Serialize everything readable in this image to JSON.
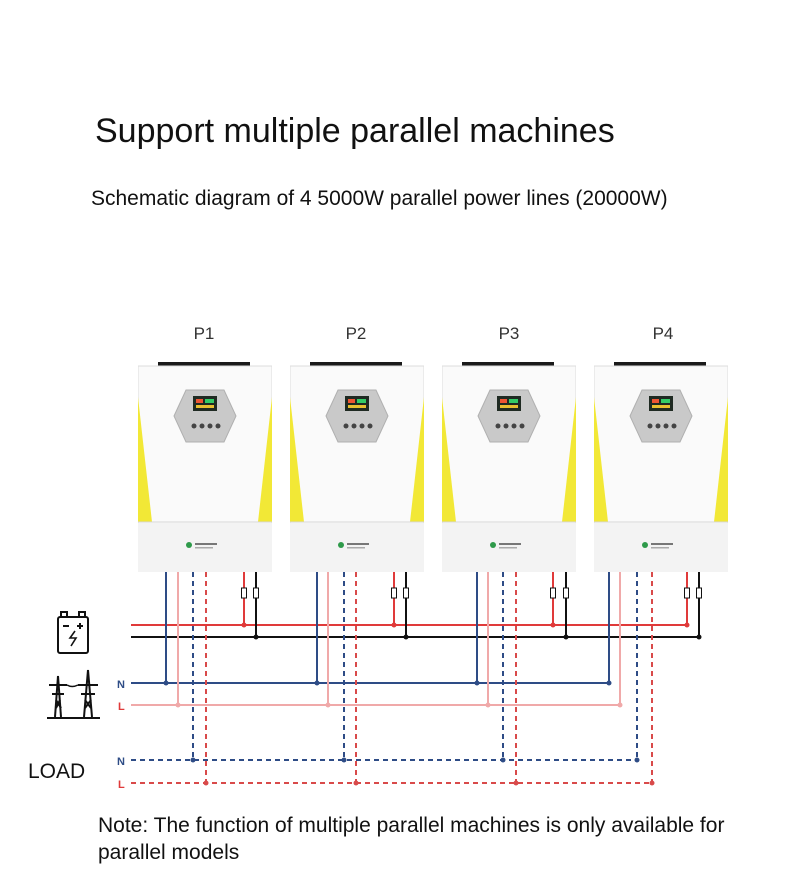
{
  "title": "Support multiple parallel machines",
  "subtitle": "Schematic diagram of 4 5000W parallel power lines (20000W)",
  "units": [
    {
      "label": "P1"
    },
    {
      "label": "P2"
    },
    {
      "label": "P3"
    },
    {
      "label": "P4"
    }
  ],
  "grid_lines": {
    "n_label": "N",
    "l_label": "L"
  },
  "load_lines": {
    "n_label": "N",
    "l_label": "L"
  },
  "load_label": "LOAD",
  "note": "Note: The function of multiple parallel machines is only available for parallel models",
  "icons": [
    "battery-icon",
    "power-tower-icon"
  ],
  "colors": {
    "battery_positive": "#e03a3a",
    "battery_negative": "#111111",
    "neutral": "#2e4c86",
    "line": "#f0a9a9",
    "load_line": "#d94a4a",
    "accent_yellow": "#f2e836"
  }
}
